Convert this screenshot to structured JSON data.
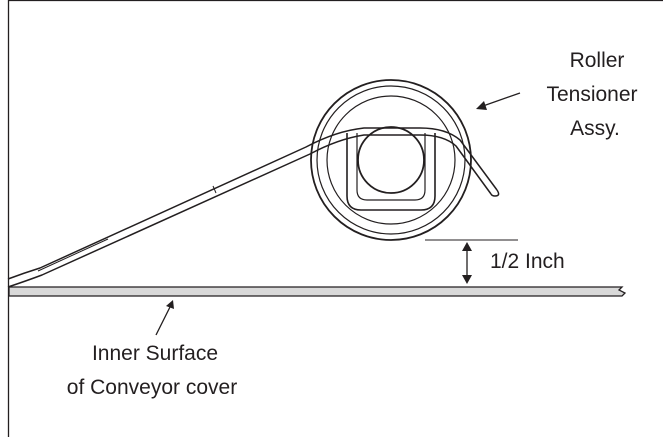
{
  "diagram": {
    "roller_label": [
      "Roller",
      "Tensioner",
      "Assy."
    ],
    "gap_label": "1/2 Inch",
    "surface_label": [
      "Inner Surface",
      "of Conveyor cover"
    ]
  },
  "colors": {
    "ink": "#231f20",
    "surface_fill": "#d9d9d9",
    "background": "#ffffff"
  }
}
